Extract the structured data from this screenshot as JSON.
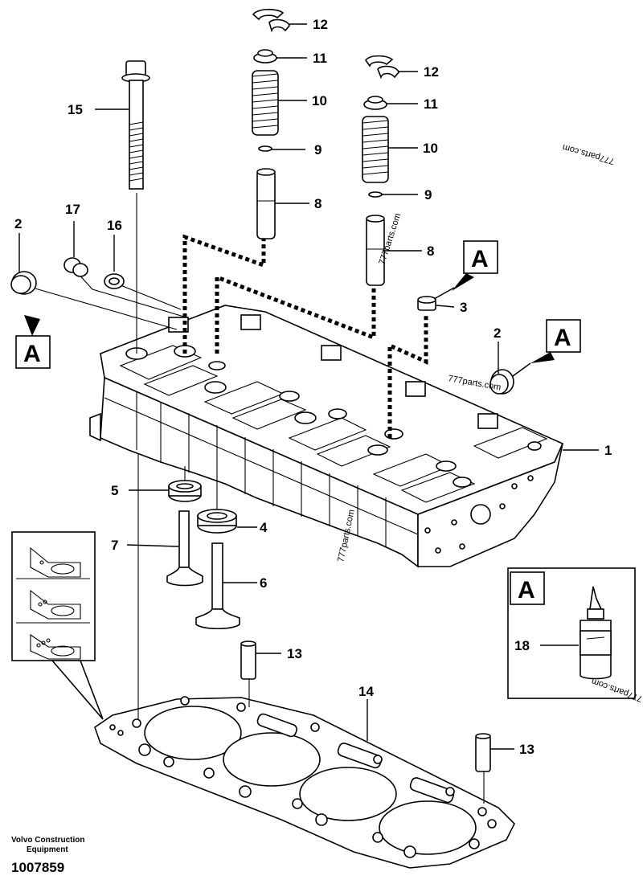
{
  "footer": {
    "brand_line1": "Volvo Construction",
    "brand_line2": "Equipment",
    "figure_number": "1007859"
  },
  "watermarks": [
    "777parts.com",
    "777parts.com",
    "777parts.com",
    "777parts.com",
    "777parts.com"
  ],
  "detail_boxes": [
    "A",
    "A",
    "A",
    "A"
  ],
  "callouts": [
    "1",
    "2",
    "2",
    "3",
    "4",
    "5",
    "6",
    "7",
    "8",
    "8",
    "9",
    "9",
    "10",
    "10",
    "11",
    "11",
    "12",
    "12",
    "13",
    "13",
    "14",
    "15",
    "16",
    "17",
    "18"
  ]
}
